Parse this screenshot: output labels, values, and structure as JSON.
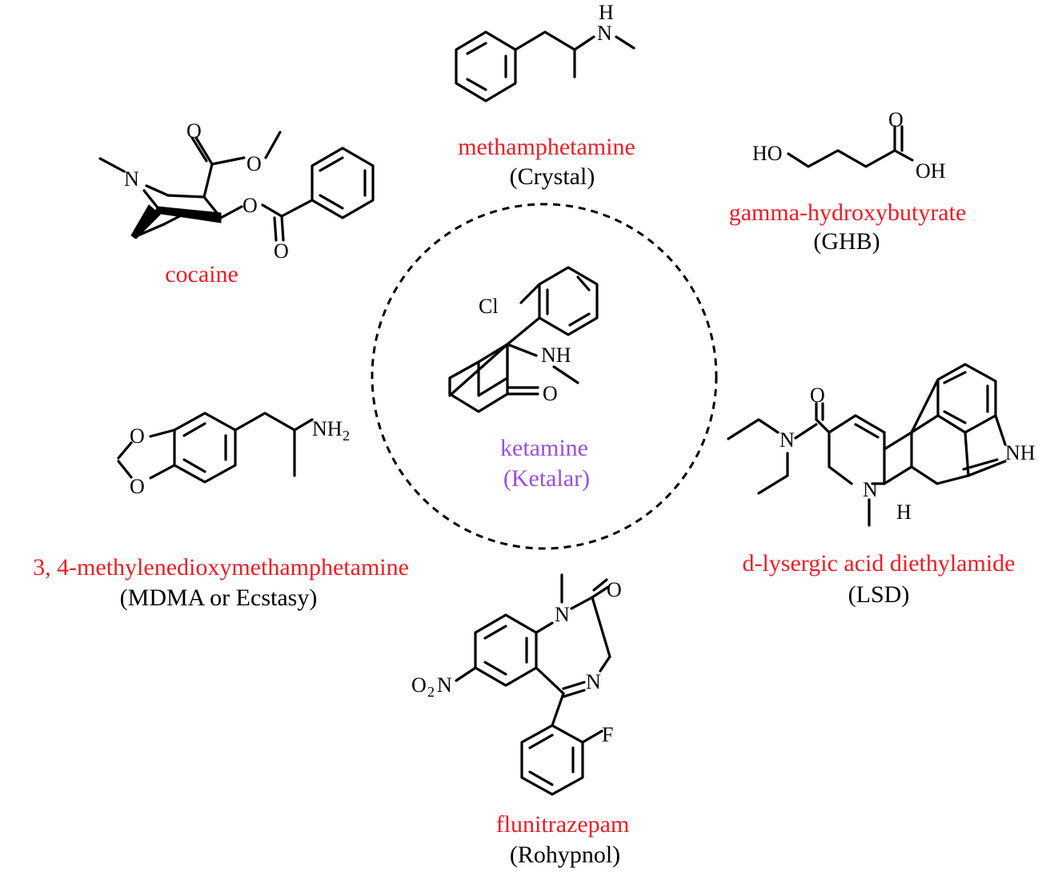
{
  "colors": {
    "name": "#ee1c25",
    "ketamine": "#9b4fe0",
    "ink": "#000000"
  },
  "compounds": {
    "methamphetamine": {
      "name": "methamphetamine",
      "alias": "(Crystal)"
    },
    "cocaine": {
      "name": "cocaine"
    },
    "ghb": {
      "name": "gamma-hydroxybutyrate",
      "alias": "(GHB)"
    },
    "ketamine": {
      "name": "ketamine",
      "alias": "(Ketalar)"
    },
    "mdma": {
      "name": "3, 4-methylenedioxymethamphetamine",
      "alias": "(MDMA or Ecstasy)"
    },
    "lsd": {
      "name": "d-lysergic acid diethylamide",
      "alias": "(LSD)"
    },
    "flunitrazepam": {
      "name": "flunitrazepam",
      "alias": "(Rohypnol)"
    }
  },
  "atoms": {
    "H": "H",
    "N": "N",
    "O": "O",
    "HO": "HO",
    "OH": "OH",
    "Cl": "Cl",
    "NH": "NH",
    "NH2": "NH",
    "two": "2",
    "F": "F",
    "O2N": "O",
    "O2N_rest": "N"
  }
}
